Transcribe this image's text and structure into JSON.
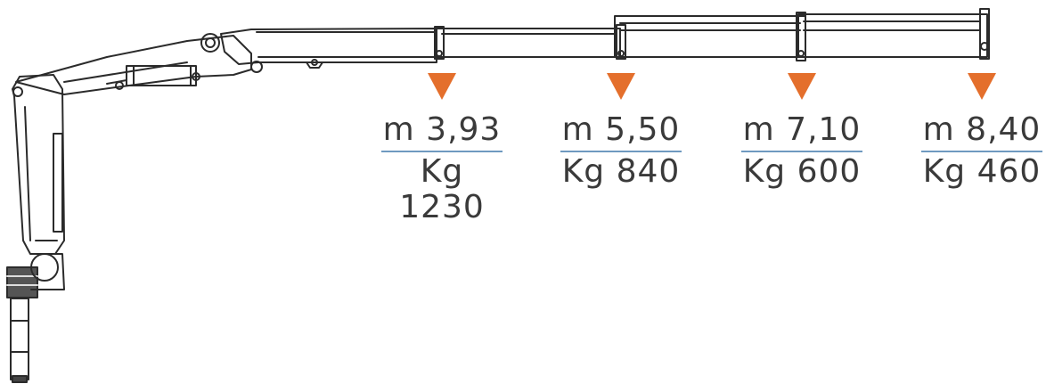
{
  "diagram": {
    "marker_color": "#e46f2c",
    "divider_color": "#6f9ac0",
    "text_color": "#3a3a3a",
    "line_color": "#2b2b2b",
    "load_points": [
      {
        "distance": "m 3,93",
        "capacity": "Kg 1230"
      },
      {
        "distance": "m 5,50",
        "capacity": "Kg 840"
      },
      {
        "distance": "m 7,10",
        "capacity": "Kg 600"
      },
      {
        "distance": "m 8,40",
        "capacity": "Kg 460"
      }
    ]
  }
}
